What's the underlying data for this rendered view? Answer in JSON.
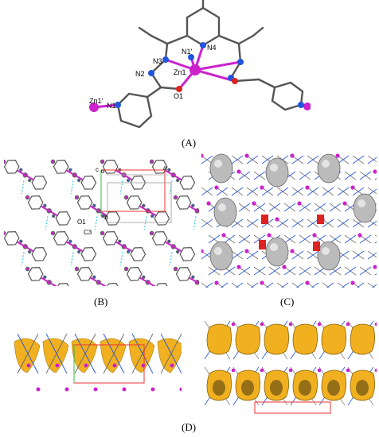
{
  "figure": {
    "panels": [
      {
        "id": "A",
        "caption": "(A)"
      },
      {
        "id": "B",
        "caption": "(B)"
      },
      {
        "id": "C",
        "caption": "(C)"
      },
      {
        "id": "D",
        "caption": "(D)"
      }
    ]
  },
  "panelA": {
    "atom_labels": {
      "n1p": "N1'",
      "n4": "N4",
      "n3": "N3",
      "n2": "N2",
      "zn1": "Zn1",
      "o1": "O1",
      "zn1p": "Zn1'",
      "n1": "N1"
    }
  },
  "panelB": {
    "atom_labels": {
      "c": "c",
      "o": "o",
      "a": "a",
      "b": "b",
      "o1": "O1",
      "c3": "C3"
    }
  },
  "colors": {
    "zinc": "#cc22cc",
    "nitrogen": "#2255dd",
    "oxygen": "#dd2222",
    "bond": "#555555",
    "hbond": "#33ccee",
    "void": "#f0b020",
    "cell_red": "#ee3333",
    "cell_green": "#33bb33"
  }
}
